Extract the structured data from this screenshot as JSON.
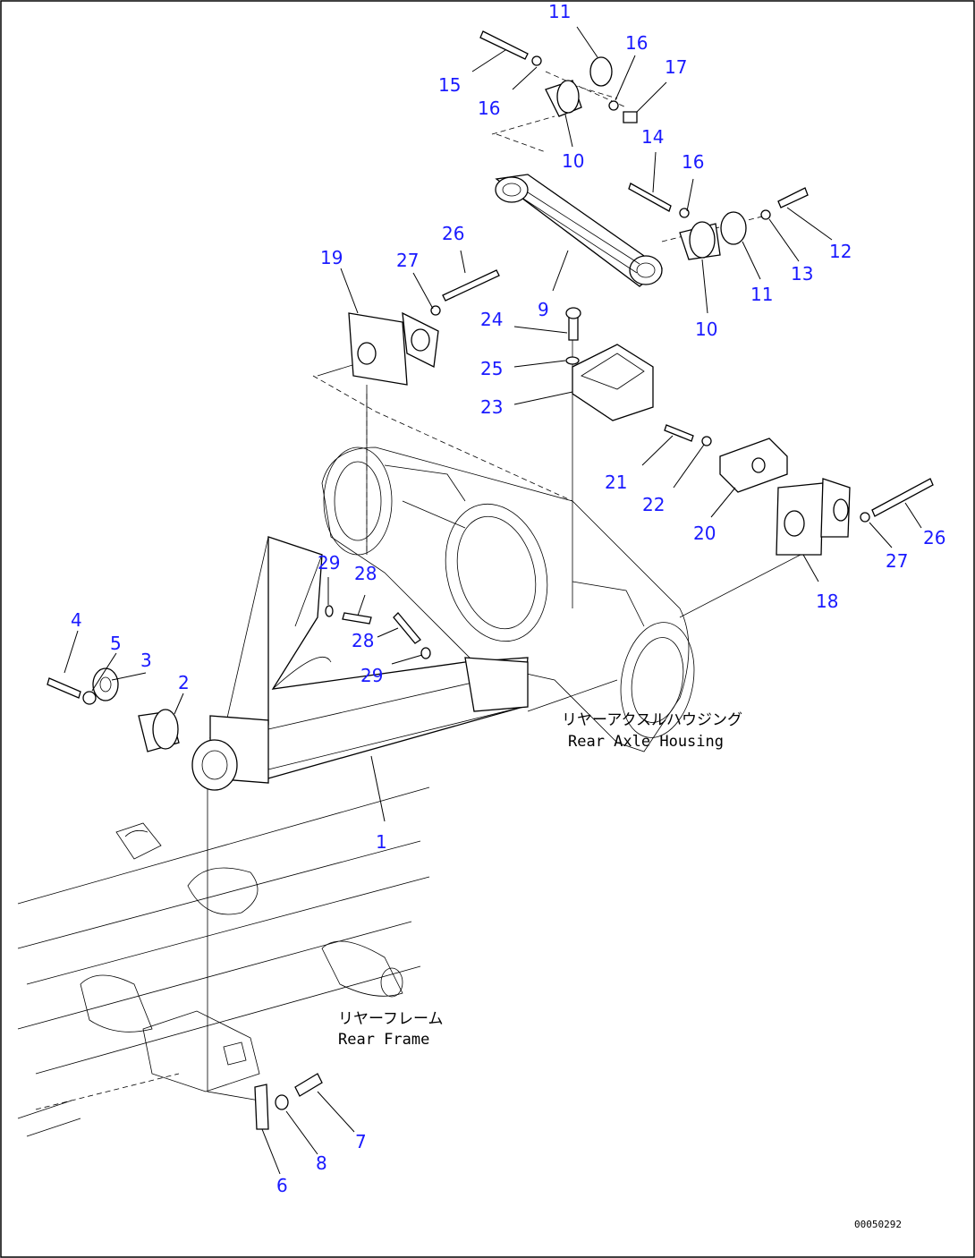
{
  "callouts": [
    {
      "id": "1",
      "label": "1"
    },
    {
      "id": "2",
      "label": "2"
    },
    {
      "id": "3",
      "label": "3"
    },
    {
      "id": "4",
      "label": "4"
    },
    {
      "id": "5",
      "label": "5"
    },
    {
      "id": "6",
      "label": "6"
    },
    {
      "id": "7",
      "label": "7"
    },
    {
      "id": "8",
      "label": "8"
    },
    {
      "id": "9",
      "label": "9"
    },
    {
      "id": "10a",
      "label": "10"
    },
    {
      "id": "10b",
      "label": "10"
    },
    {
      "id": "11a",
      "label": "11"
    },
    {
      "id": "11b",
      "label": "11"
    },
    {
      "id": "12",
      "label": "12"
    },
    {
      "id": "13",
      "label": "13"
    },
    {
      "id": "14",
      "label": "14"
    },
    {
      "id": "15",
      "label": "15"
    },
    {
      "id": "16a",
      "label": "16"
    },
    {
      "id": "16b",
      "label": "16"
    },
    {
      "id": "16c",
      "label": "16"
    },
    {
      "id": "17",
      "label": "17"
    },
    {
      "id": "18",
      "label": "18"
    },
    {
      "id": "19",
      "label": "19"
    },
    {
      "id": "20",
      "label": "20"
    },
    {
      "id": "21",
      "label": "21"
    },
    {
      "id": "22",
      "label": "22"
    },
    {
      "id": "23",
      "label": "23"
    },
    {
      "id": "24",
      "label": "24"
    },
    {
      "id": "25",
      "label": "25"
    },
    {
      "id": "26a",
      "label": "26"
    },
    {
      "id": "26b",
      "label": "26"
    },
    {
      "id": "27a",
      "label": "27"
    },
    {
      "id": "27b",
      "label": "27"
    },
    {
      "id": "28a",
      "label": "28"
    },
    {
      "id": "28b",
      "label": "28"
    },
    {
      "id": "29a",
      "label": "29"
    },
    {
      "id": "29b",
      "label": "29"
    }
  ],
  "captions": {
    "rear_axle_housing_jp": "リヤーアクスルハウジング",
    "rear_axle_housing_en": "Rear Axle Housing",
    "rear_frame_jp": "リヤーフレーム",
    "rear_frame_en": "Rear Frame"
  },
  "drawing_id": "00050292",
  "colors": {
    "callout": "#1a1aff",
    "line": "#000000",
    "background": "#ffffff"
  }
}
